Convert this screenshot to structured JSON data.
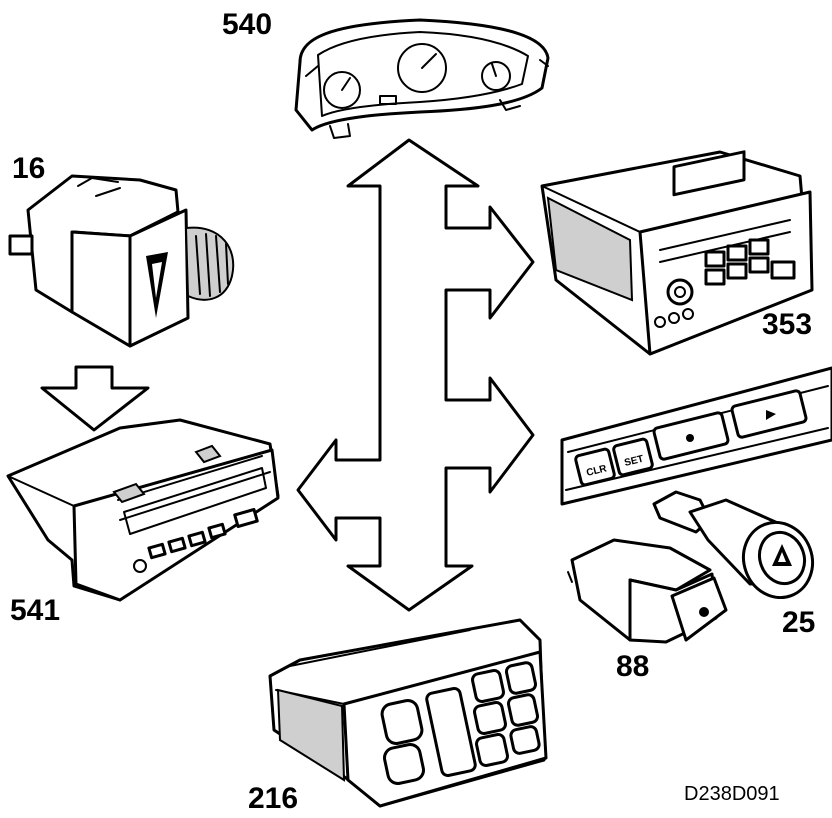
{
  "labels": {
    "instrument_cluster": "540",
    "hazard_switch": "16",
    "radio": "353",
    "sid_display": "541",
    "cruise_buttons": "",
    "cigarette_lighter": "25",
    "fog_light_switch": "88",
    "climate_control": "216"
  },
  "button_text": {
    "clr": "CLR",
    "set": "SET"
  },
  "drawing_code": "D238D091"
}
